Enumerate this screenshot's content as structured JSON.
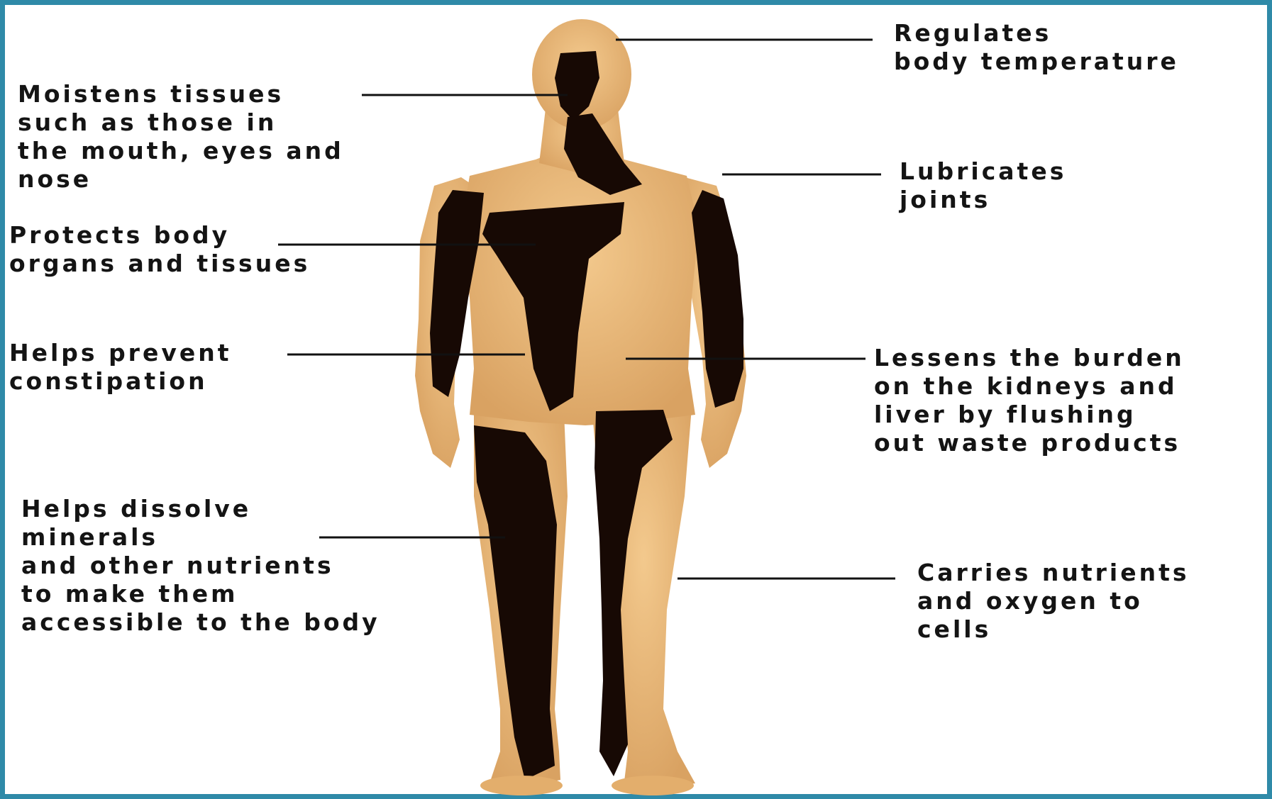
{
  "colors": {
    "border": "#2f8aa8",
    "skin": "#e3ae6c",
    "skin_highlight": "#f3c98d",
    "water_dark": "#170904",
    "leader_line": "#111111",
    "text": "#141414"
  },
  "labels": {
    "temperature": [
      "Regulates",
      "body temperature"
    ],
    "moistens": [
      "Moistens tissues",
      "such as those in",
      "the mouth, eyes and",
      "nose"
    ],
    "lubricates": [
      "Lubricates",
      "joints"
    ],
    "protects": [
      "Protects body",
      "organs and tissues"
    ],
    "constipation": [
      "Helps prevent",
      "constipation"
    ],
    "kidneys": [
      "Lessens the burden",
      "on the kidneys and",
      "liver by flushing",
      "out waste products"
    ],
    "dissolve": [
      "Helps dissolve",
      "minerals",
      "and other nutrients",
      "to make them",
      "accessible to the body"
    ],
    "carries": [
      "Carries nutrients",
      "and oxygen to",
      "cells"
    ]
  }
}
